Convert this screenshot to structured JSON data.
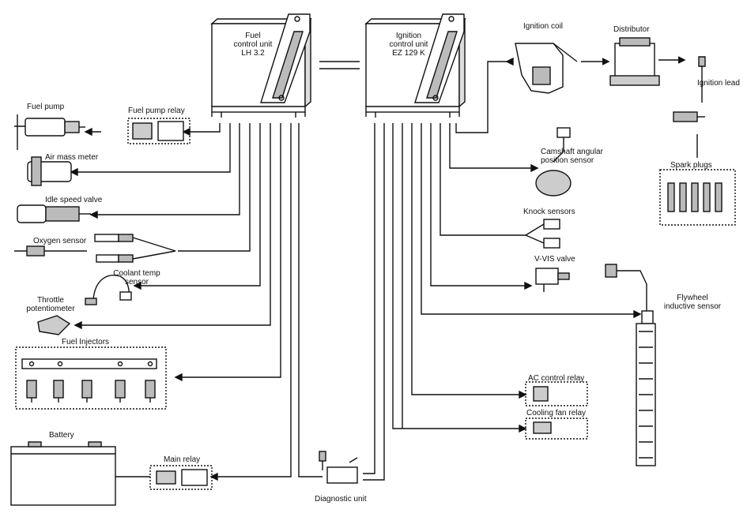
{
  "fuel_unit": {
    "line1": "Fuel",
    "line2": "control unit",
    "line3": "LH 3.2"
  },
  "ignition_unit": {
    "line1": "Ignition",
    "line2": "control unit",
    "line3": "EZ 129 K"
  },
  "labels": {
    "fuel_pump": "Fuel pump",
    "fuel_pump_relay": "Fuel pump relay",
    "air_mass_meter": "Air mass meter",
    "idle_speed_valve": "Idle speed valve",
    "oxygen_sensor": "Oxygen sensor",
    "coolant_temp_1": "Coolant temp",
    "coolant_temp_2": "sensor",
    "throttle_1": "Throttle",
    "throttle_2": "potentiometer",
    "fuel_injectors": "Fuel Injectors",
    "battery": "Battery",
    "main_relay": "Main relay",
    "diagnostic_unit": "Diagnostic unit",
    "ignition_coil": "Ignition coil",
    "distributor": "Distributor",
    "ignition_lead": "Ignition lead",
    "spark_plugs": "Spark plugs",
    "camshaft_1": "Camshaft angular",
    "camshaft_2": "position sensor",
    "knock_sensors": "Knock sensors",
    "vvis_valve": "V-VIS valve",
    "flywheel_1": "Flywheel",
    "flywheel_2": "inductive sensor",
    "ac_relay": "AC control relay",
    "cooling_fan_relay": "Cooling fan relay"
  }
}
